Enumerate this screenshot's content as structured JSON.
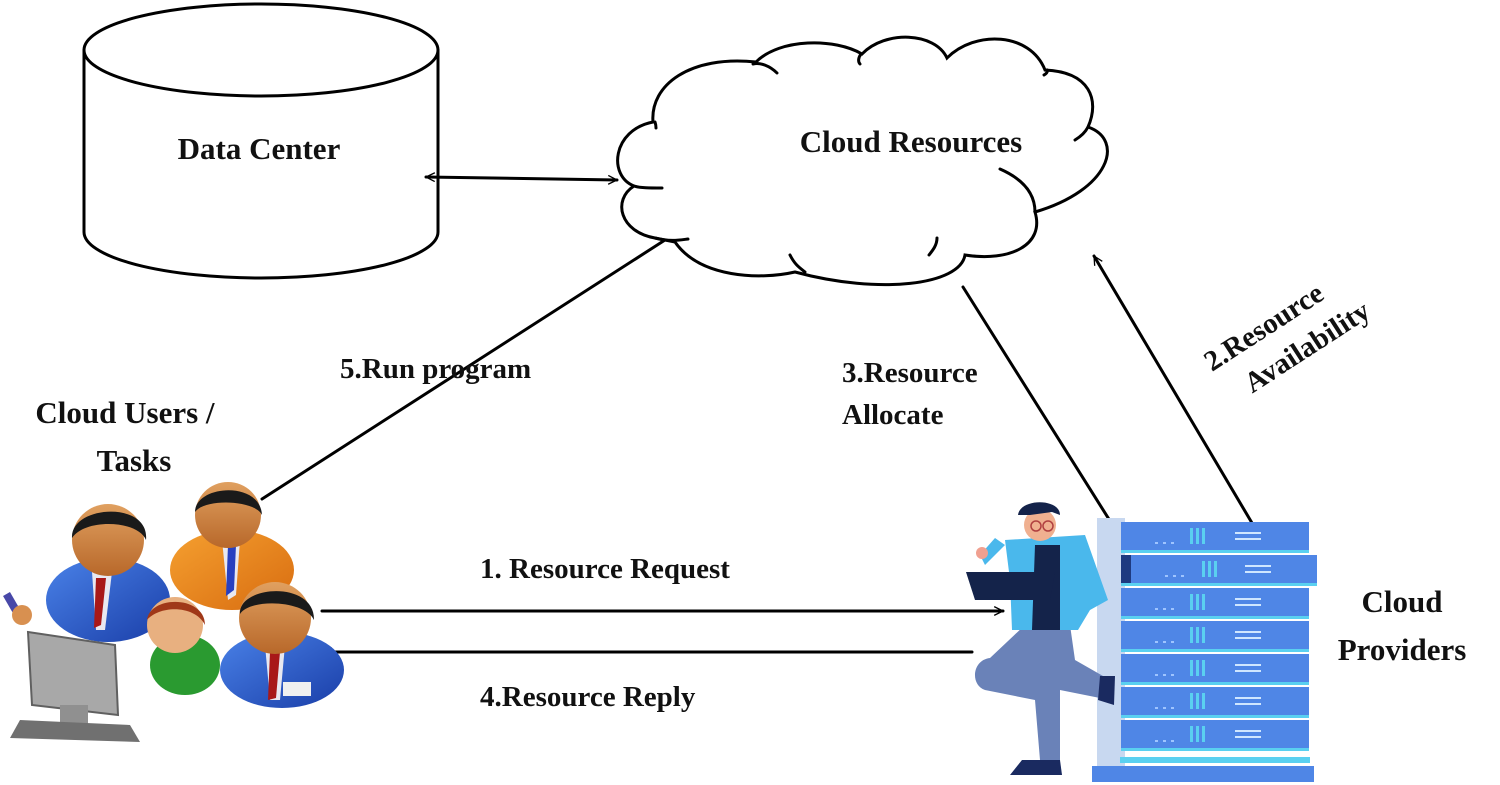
{
  "diagram": {
    "type": "cloud-resource-allocation-flow",
    "nodes": {
      "data_center": {
        "label": "Data Center",
        "shape": "cylinder"
      },
      "cloud_resources": {
        "label": "Cloud Resources",
        "shape": "cloud"
      },
      "cloud_users": {
        "label_line1": "Cloud Users /",
        "label_line2": "Tasks",
        "icon": "user-group-icon"
      },
      "cloud_providers": {
        "label_line1": "Cloud",
        "label_line2": "Providers",
        "icon": "server-rack-icon"
      }
    },
    "edges": {
      "dc_cloud": {
        "from": "Data Center",
        "to": "Cloud Resources",
        "direction": "bidirectional"
      },
      "run_program": {
        "label": "5.Run program",
        "from": "Cloud Users / Tasks",
        "to": "Cloud Resources"
      },
      "resource_allocate": {
        "label_line1": "3.Resource",
        "label_line2": "Allocate",
        "from": "Cloud Resources",
        "to": "Cloud Providers"
      },
      "resource_availability": {
        "label_line1": "2.Resource",
        "label_line2": "Availability",
        "from": "Cloud Providers",
        "to": "Cloud Resources"
      },
      "resource_request": {
        "label": "1. Resource Request",
        "from": "Cloud Users / Tasks",
        "to": "Cloud Providers"
      },
      "resource_reply": {
        "label": "4.Resource Reply",
        "from": "Cloud Providers",
        "to": "Cloud Users / Tasks"
      }
    },
    "colors": {
      "line": "#000000",
      "server_blue": "#4f86e6",
      "server_light": "#5ad0f0",
      "jacket_cyan": "#4ab8ec",
      "suit_blue": "#2355c8",
      "suit_orange": "#f08a1c",
      "tie_red": "#a81818"
    }
  }
}
